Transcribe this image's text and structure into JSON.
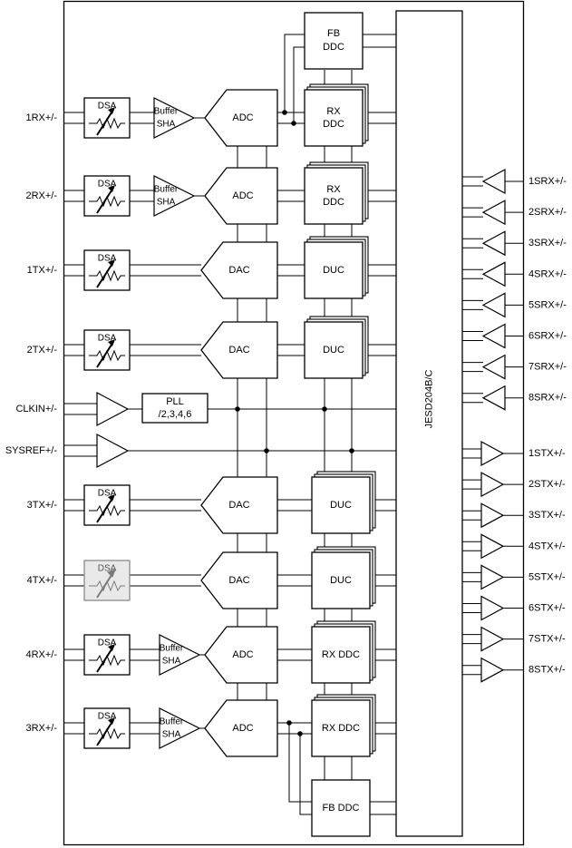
{
  "left_ports": [
    {
      "label": "1RX+/-",
      "dsa": "DSA",
      "disabled": false,
      "amp": "buffer",
      "amp_label": [
        "Buffer",
        "SHA"
      ],
      "conv": "ADC",
      "dsp": [
        "RX",
        "DDC"
      ]
    },
    {
      "label": "2RX+/-",
      "dsa": "DSA",
      "disabled": false,
      "amp": "buffer",
      "amp_label": [
        "Buffer",
        "SHA"
      ],
      "conv": "ADC",
      "dsp": [
        "RX",
        "DDC"
      ]
    },
    {
      "label": "1TX+/-",
      "dsa": "DSA",
      "disabled": false,
      "amp": "none",
      "amp_label": [],
      "conv": "DAC",
      "dsp": [
        "DUC"
      ]
    },
    {
      "label": "2TX+/-",
      "dsa": "DSA",
      "disabled": false,
      "amp": "none",
      "amp_label": [],
      "conv": "DAC",
      "dsp": [
        "DUC"
      ]
    },
    {
      "label": "3TX+/-",
      "dsa": "DSA",
      "disabled": false,
      "amp": "none",
      "amp_label": [],
      "conv": "DAC",
      "dsp": [
        "DUC"
      ]
    },
    {
      "label": "4TX+/-",
      "dsa": "DSA",
      "disabled": true,
      "amp": "none",
      "amp_label": [],
      "conv": "DAC",
      "dsp": [
        "DUC"
      ]
    },
    {
      "label": "4RX+/-",
      "dsa": "DSA",
      "disabled": false,
      "amp": "buffer",
      "amp_label": [
        "Buffer",
        "SHA"
      ],
      "conv": "ADC",
      "dsp": [
        "RX DDC"
      ]
    },
    {
      "label": "3RX+/-",
      "dsa": "DSA",
      "disabled": false,
      "amp": "buffer",
      "amp_label": [
        "Buffer",
        "SHA"
      ],
      "conv": "ADC",
      "dsp": [
        "RX DDC"
      ]
    }
  ],
  "clock_inputs": [
    {
      "label": "CLKIN+/-"
    },
    {
      "label": "SYSREF+/-"
    }
  ],
  "pll": [
    "PLL",
    "/2,3,4,6"
  ],
  "fb_ddc_top": [
    "FB",
    "DDC"
  ],
  "fb_ddc_bottom": [
    "FB DDC"
  ],
  "serdes": "JESD204B/C",
  "right_rx": [
    "1SRX+/-",
    "2SRX+/-",
    "3SRX+/-",
    "4SRX+/-",
    "5SRX+/-",
    "6SRX+/-",
    "7SRX+/-",
    "8SRX+/-"
  ],
  "right_tx": [
    "1STX+/-",
    "2STX+/-",
    "3STX+/-",
    "4STX+/-",
    "5STX+/-",
    "6STX+/-",
    "7STX+/-",
    "8STX+/-"
  ]
}
